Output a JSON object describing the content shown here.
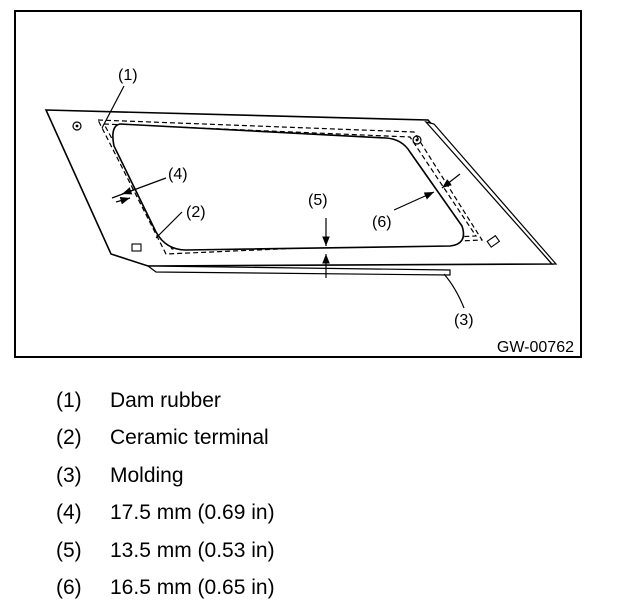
{
  "figure": {
    "code": "GW-00762",
    "callouts": {
      "c1": "(1)",
      "c2": "(2)",
      "c3": "(3)",
      "c4": "(4)",
      "c5": "(5)",
      "c6": "(6)"
    }
  },
  "legend": [
    {
      "num": "(1)",
      "text": "Dam rubber"
    },
    {
      "num": "(2)",
      "text": "Ceramic terminal"
    },
    {
      "num": "(3)",
      "text": "Molding"
    },
    {
      "num": "(4)",
      "text": "17.5 mm (0.69 in)"
    },
    {
      "num": "(5)",
      "text": "13.5 mm (0.53 in)"
    },
    {
      "num": "(6)",
      "text": "16.5 mm (0.65 in)"
    }
  ]
}
